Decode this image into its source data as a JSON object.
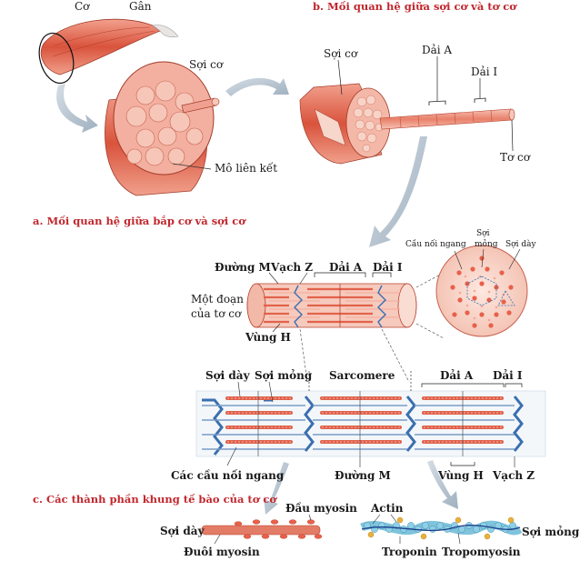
{
  "section_a": {
    "caption": "a. Mối quan hệ giữa bắp cơ và sợi cơ",
    "labels": {
      "co": "Cơ",
      "gan": "Gân",
      "soi_co": "Sợi cơ",
      "mo_lien_ket": "Mô liên kết"
    }
  },
  "section_b": {
    "caption": "b. Mối quan hệ giữa sợi cơ và tơ cơ",
    "labels": {
      "soi_co": "Sợi cơ",
      "dai_a": "Dải A",
      "dai_i": "Dải I",
      "to_co": "Tơ cơ"
    }
  },
  "myofibril_section": {
    "labels": {
      "duong_m": "Đường M",
      "vach_z": "Vạch Z",
      "dai_a": "Dải A",
      "dai_i": "Dải I",
      "mot_doan": "Một đoạn",
      "cua_to_co": "của tơ cơ",
      "vung_h": "Vùng H"
    }
  },
  "cross_section": {
    "labels": {
      "cau_noi_ngang": "Cầu nối ngang",
      "soi": "Sợi",
      "mong": "mỏng",
      "soi_day": "Sợi dày"
    }
  },
  "sarcomere": {
    "labels": {
      "soi_day": "Sợi dày",
      "soi_mong": "Sợi mỏng",
      "sarcomere": "Sarcomere",
      "dai_a": "Dải A",
      "dai_i": "Dải I",
      "cac_cau_noi_ngang": "Các cầu nối ngang",
      "duong_m": "Đường M",
      "vung_h": "Vùng H",
      "vach_z": "Vạch Z"
    }
  },
  "section_c": {
    "caption": "c. Các thành phần khung tế bào của tơ cơ",
    "labels": {
      "dau_myosin": "Đầu myosin",
      "soi_day": "Sợi dày",
      "duoi_myosin": "Đuôi myosin",
      "actin": "Actin",
      "soi_mong": "Sợi mỏng",
      "troponin": "Troponin",
      "tropomyosin": "Tropomyosin"
    }
  },
  "colors": {
    "caption_red": "#c1272d",
    "muscle": "#e06a55",
    "muscle_dark": "#b9412f",
    "z_line_blue": "#3a6fb0",
    "actin_blue": "#7fc3dc",
    "troponin_yellow": "#e8b23a",
    "arrow_gray": "#aab8c4"
  }
}
